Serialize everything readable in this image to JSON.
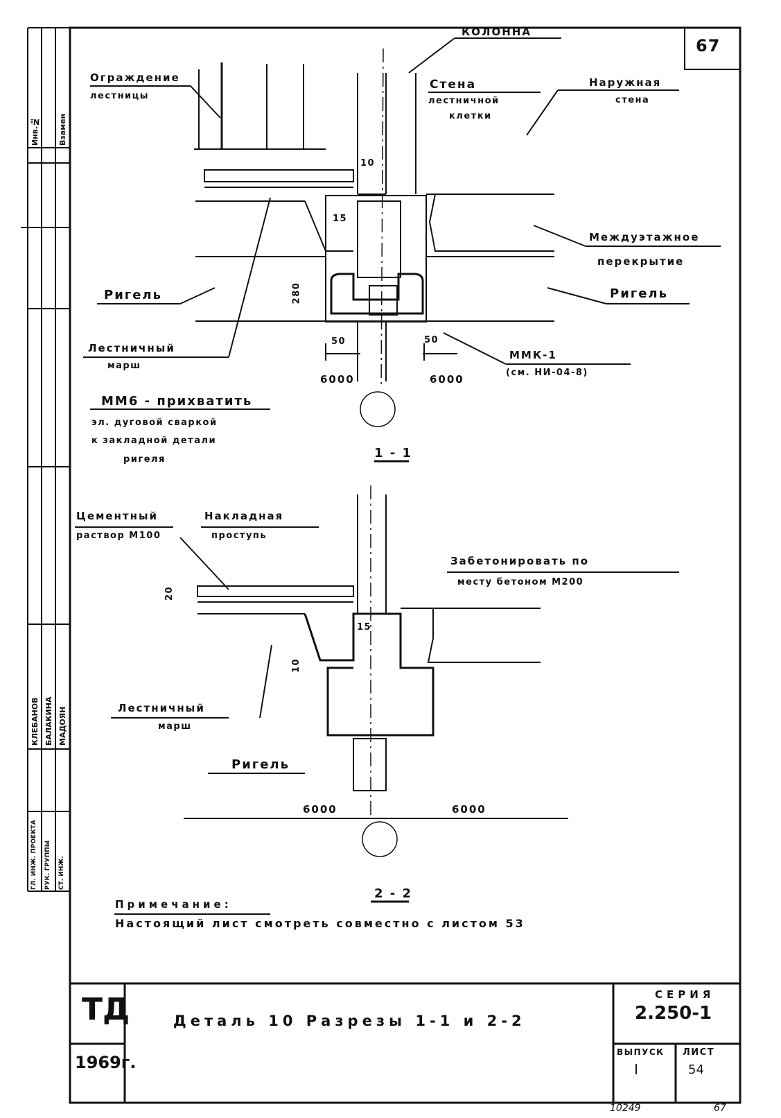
{
  "sheet": {
    "corner_number": "67",
    "bottom_left_number": "10249",
    "bottom_right_number": "67"
  },
  "section_1": {
    "heading": "1 - 1",
    "labels": {
      "column": "КОЛОННА",
      "fence_line1": "Ограждение",
      "fence_line2": "лестницы",
      "stair_wall_line1": "Стена",
      "stair_wall_line2": "лестничной",
      "stair_wall_line3": "клетки",
      "outer_wall_line1": "Наружная",
      "outer_wall_line2": "стена",
      "floor_slab_line1": "Междуэтажное",
      "floor_slab_line2": "перекрытие",
      "girder_left": "Ригель",
      "girder_right": "Ригель",
      "flight_line1": "Лестничный",
      "flight_line2": "марш",
      "mmk_line1": "ММК-1",
      "mmk_line2": "(см. НИ-04-8)"
    },
    "dims": {
      "d10": "10",
      "d15": "15",
      "d280": "280",
      "d50_left": "50",
      "d50_right": "50",
      "span_left": "6000",
      "span_right": "6000"
    },
    "note_line1": "ММ6 - прихватить",
    "note_line2": "эл. дуговой сваркой",
    "note_line3": "к закладной детали",
    "note_line4": "ригеля"
  },
  "section_2": {
    "heading": "2 - 2",
    "labels": {
      "mortar_line1": "Цементный",
      "mortar_line2": "раствор М100",
      "tread_line1": "Накладная",
      "tread_line2": "проступь",
      "concrete_line1": "Забетонировать по",
      "concrete_line2": "месту бетоном М200",
      "flight_line1": "Лестничный",
      "flight_line2": "марш",
      "girder": "Ригель"
    },
    "dims": {
      "d20": "20",
      "d15": "15",
      "d10": "10",
      "span_left": "6000",
      "span_right": "6000"
    }
  },
  "remark": {
    "heading": "Примечание:",
    "text": "Настоящий лист смотреть совместно с листом 53"
  },
  "title_block": {
    "org": "ТД",
    "year": "1969г.",
    "title": "Деталь 10 Разрезы 1-1 и 2-2",
    "series_label": "СЕРИЯ",
    "series_value": "2.250-1",
    "issue_label": "ВЫПУСК",
    "issue_value": "I",
    "sheet_label": "ЛИСТ",
    "sheet_value": "54"
  },
  "side_stamp": {
    "inv": "Инв.№",
    "replace": "Взамен",
    "roles": [
      "ГЛ. ИНЖ. ПРОЕКТА",
      "РУК. ГРУППЫ",
      "СТ. ИНЖ."
    ],
    "names": [
      "КЛЕБАНОВ",
      "БАЛАКИНА",
      "МАДОЯН"
    ]
  }
}
